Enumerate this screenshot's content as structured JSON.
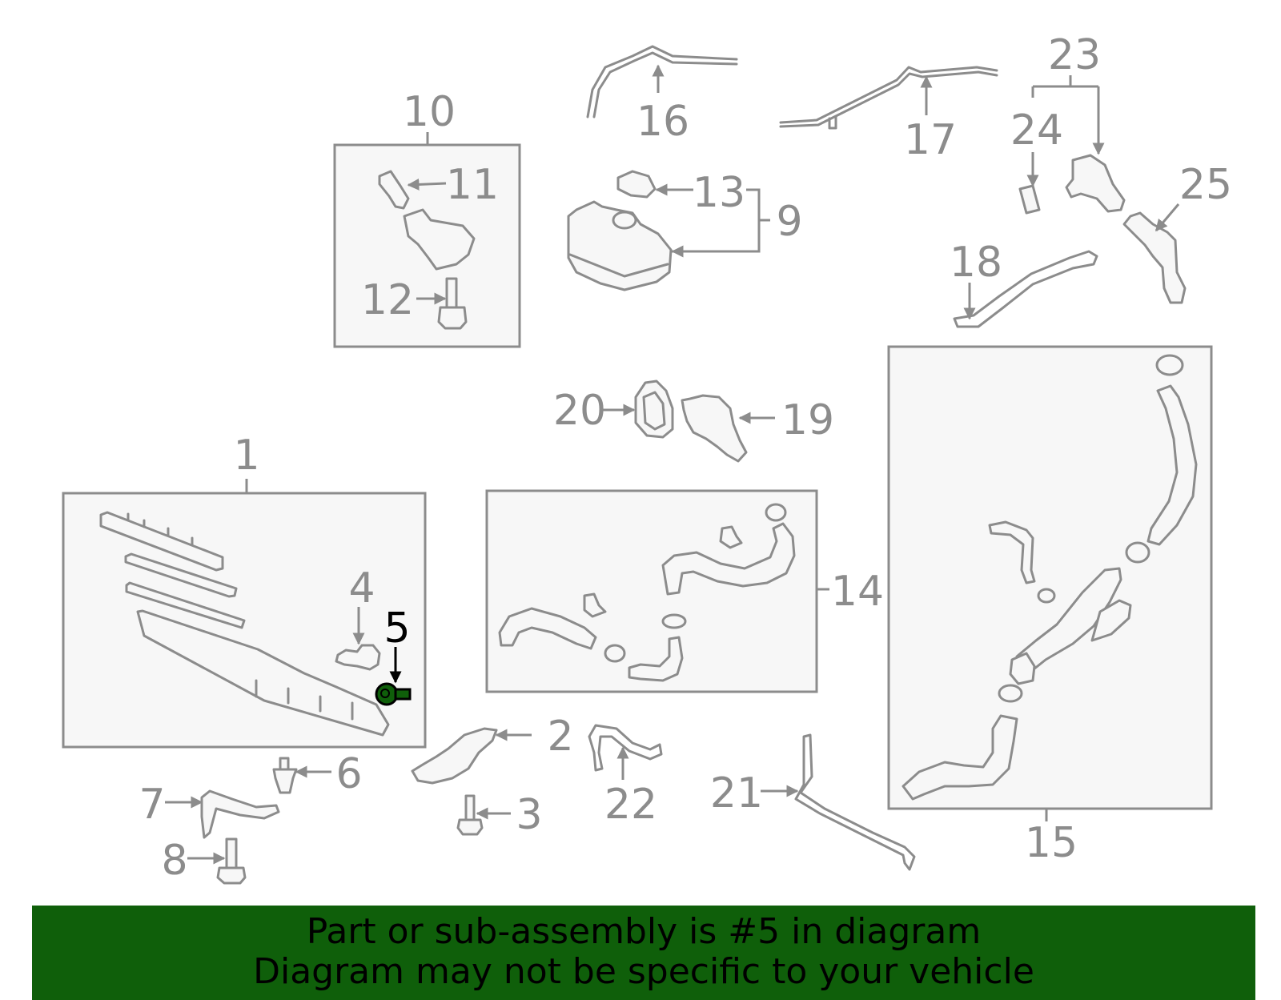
{
  "diagram": {
    "highlight_color": "#0f5f0a",
    "callouts": [
      {
        "label": "1",
        "highlighted": false
      },
      {
        "label": "2",
        "highlighted": false
      },
      {
        "label": "3",
        "highlighted": false
      },
      {
        "label": "4",
        "highlighted": false
      },
      {
        "label": "5",
        "highlighted": true
      },
      {
        "label": "6",
        "highlighted": false
      },
      {
        "label": "7",
        "highlighted": false
      },
      {
        "label": "8",
        "highlighted": false
      },
      {
        "label": "9",
        "highlighted": false
      },
      {
        "label": "10",
        "highlighted": false
      },
      {
        "label": "11",
        "highlighted": false
      },
      {
        "label": "12",
        "highlighted": false
      },
      {
        "label": "13",
        "highlighted": false
      },
      {
        "label": "14",
        "highlighted": false
      },
      {
        "label": "15",
        "highlighted": false
      },
      {
        "label": "16",
        "highlighted": false
      },
      {
        "label": "17",
        "highlighted": false
      },
      {
        "label": "18",
        "highlighted": false
      },
      {
        "label": "19",
        "highlighted": false
      },
      {
        "label": "20",
        "highlighted": false
      },
      {
        "label": "21",
        "highlighted": false
      },
      {
        "label": "22",
        "highlighted": false
      },
      {
        "label": "23",
        "highlighted": false
      },
      {
        "label": "24",
        "highlighted": false
      },
      {
        "label": "25",
        "highlighted": false
      }
    ]
  },
  "banner": {
    "background": "#0f5f0a",
    "line1": "Part or sub-assembly is #5 in diagram",
    "line2": "Diagram may not be specific to your vehicle"
  }
}
